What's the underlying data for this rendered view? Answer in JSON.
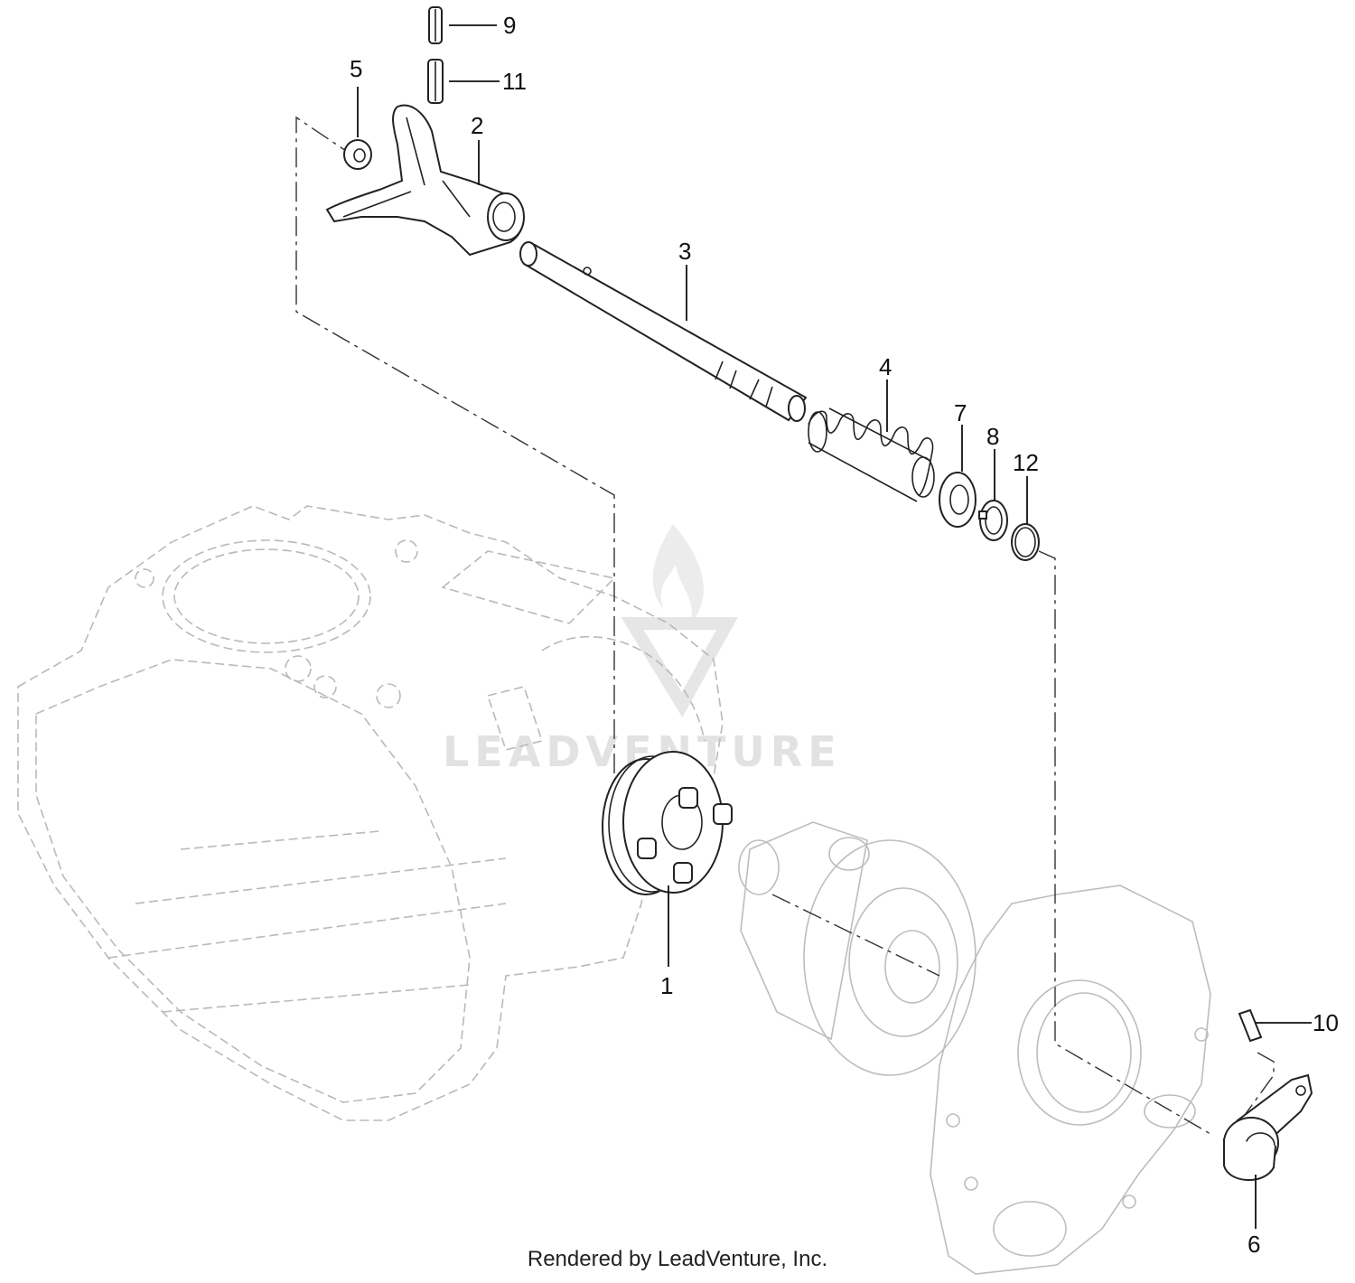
{
  "footer": {
    "text": "Rendered by LeadVenture, Inc."
  },
  "watermark": {
    "text": "LEADVENTURE"
  },
  "callouts": {
    "c1": "1",
    "c2": "2",
    "c3": "3",
    "c4": "4",
    "c5": "5",
    "c6": "6",
    "c7": "7",
    "c8": "8",
    "c9": "9",
    "c10": "10",
    "c11": "11",
    "c12": "12"
  }
}
